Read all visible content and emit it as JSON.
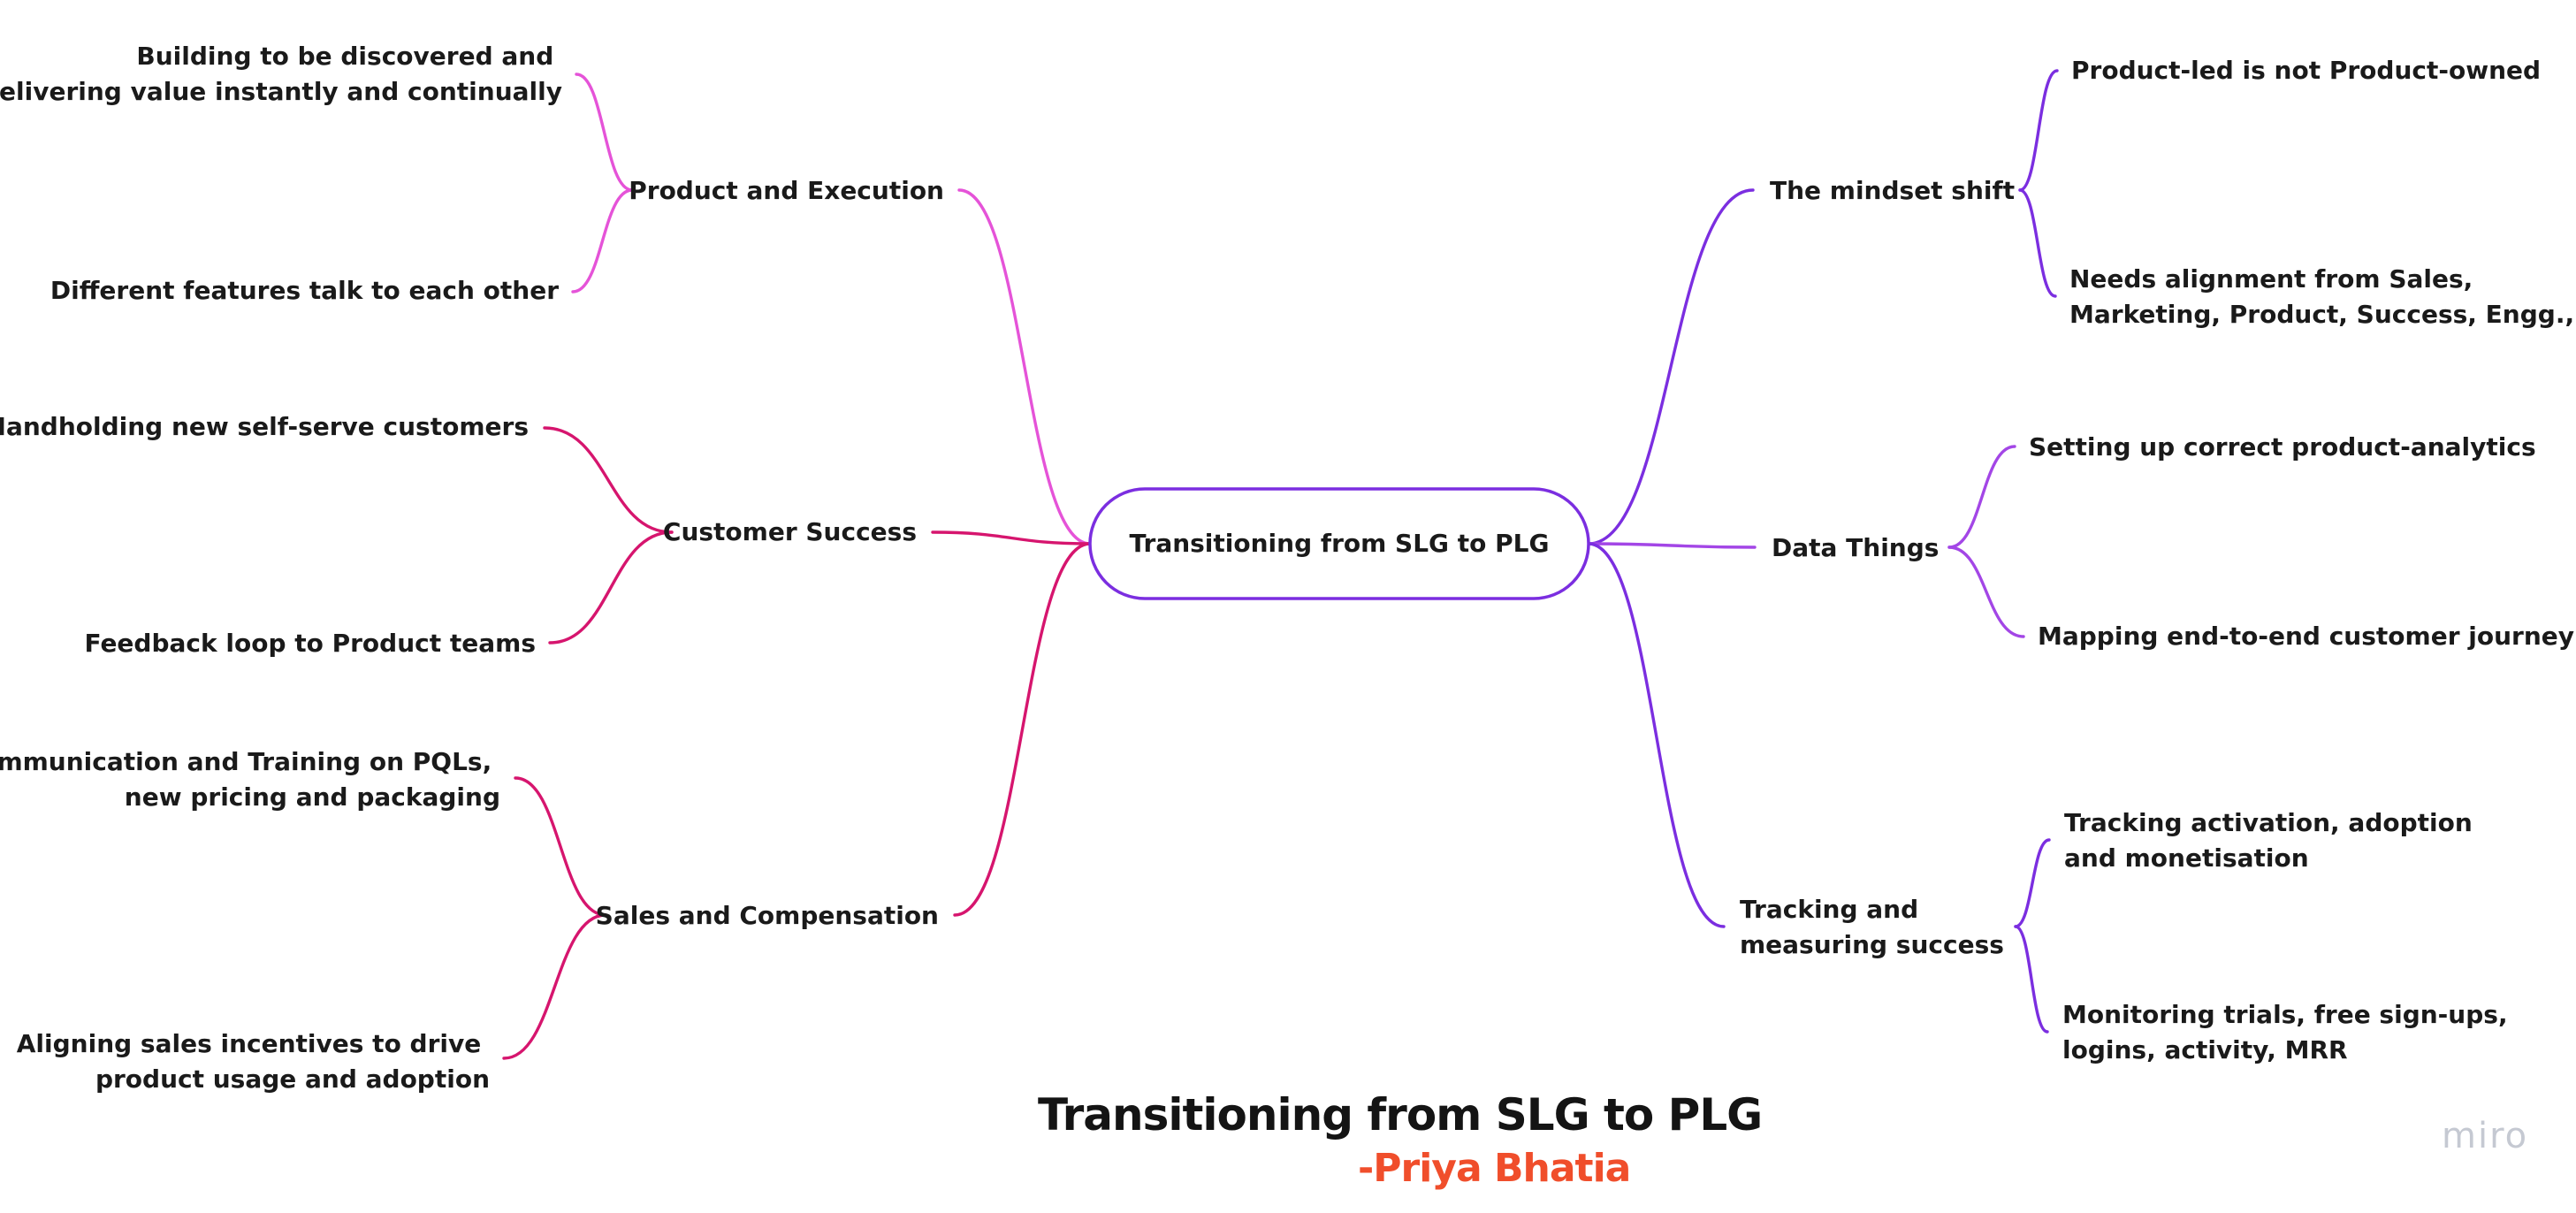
{
  "diagram": {
    "central": "Transitioning from SLG to PLG",
    "left_branches": [
      {
        "label": "Product and Execution",
        "color": "#e553d8",
        "children": [
          [
            "Building to be discovered and",
            "delivering value instantly and continually"
          ],
          [
            "Different features talk to each other"
          ]
        ]
      },
      {
        "label": "Customer Success",
        "color": "#d6156e",
        "children": [
          [
            "Handholding new self-serve customers"
          ],
          [
            "Feedback loop to Product teams"
          ]
        ]
      },
      {
        "label": "Sales and Compensation",
        "color": "#d6156e",
        "children": [
          [
            "Communication and Training on PQLs,",
            "new pricing and packaging"
          ],
          [
            "Aligning sales incentives to drive",
            "product usage and adoption"
          ]
        ]
      }
    ],
    "right_branches": [
      {
        "label": [
          "The mindset shift"
        ],
        "color": "#7b2ee0",
        "children": [
          [
            "Product-led is not Product-owned"
          ],
          [
            "Needs alignment from Sales,",
            "Marketing, Product, Success, Engg., etc"
          ]
        ]
      },
      {
        "label": [
          "Data Things"
        ],
        "color": "#a346e6",
        "children": [
          [
            "Setting up correct product-analytics"
          ],
          [
            "Mapping end-to-end customer journey"
          ]
        ]
      },
      {
        "label": [
          "Tracking and",
          "measuring success"
        ],
        "color": "#7b2ee0",
        "children": [
          [
            "Tracking activation, adoption",
            "and monetisation"
          ],
          [
            "Monitoring trials, free sign-ups,",
            "logins, activity, MRR"
          ]
        ]
      }
    ],
    "central_border_color": "#7b2ee0"
  },
  "footer": {
    "title": "Transitioning from SLG to PLG",
    "author": "-Priya Bhatia",
    "author_color": "#f04e2b"
  },
  "brand": "miro"
}
